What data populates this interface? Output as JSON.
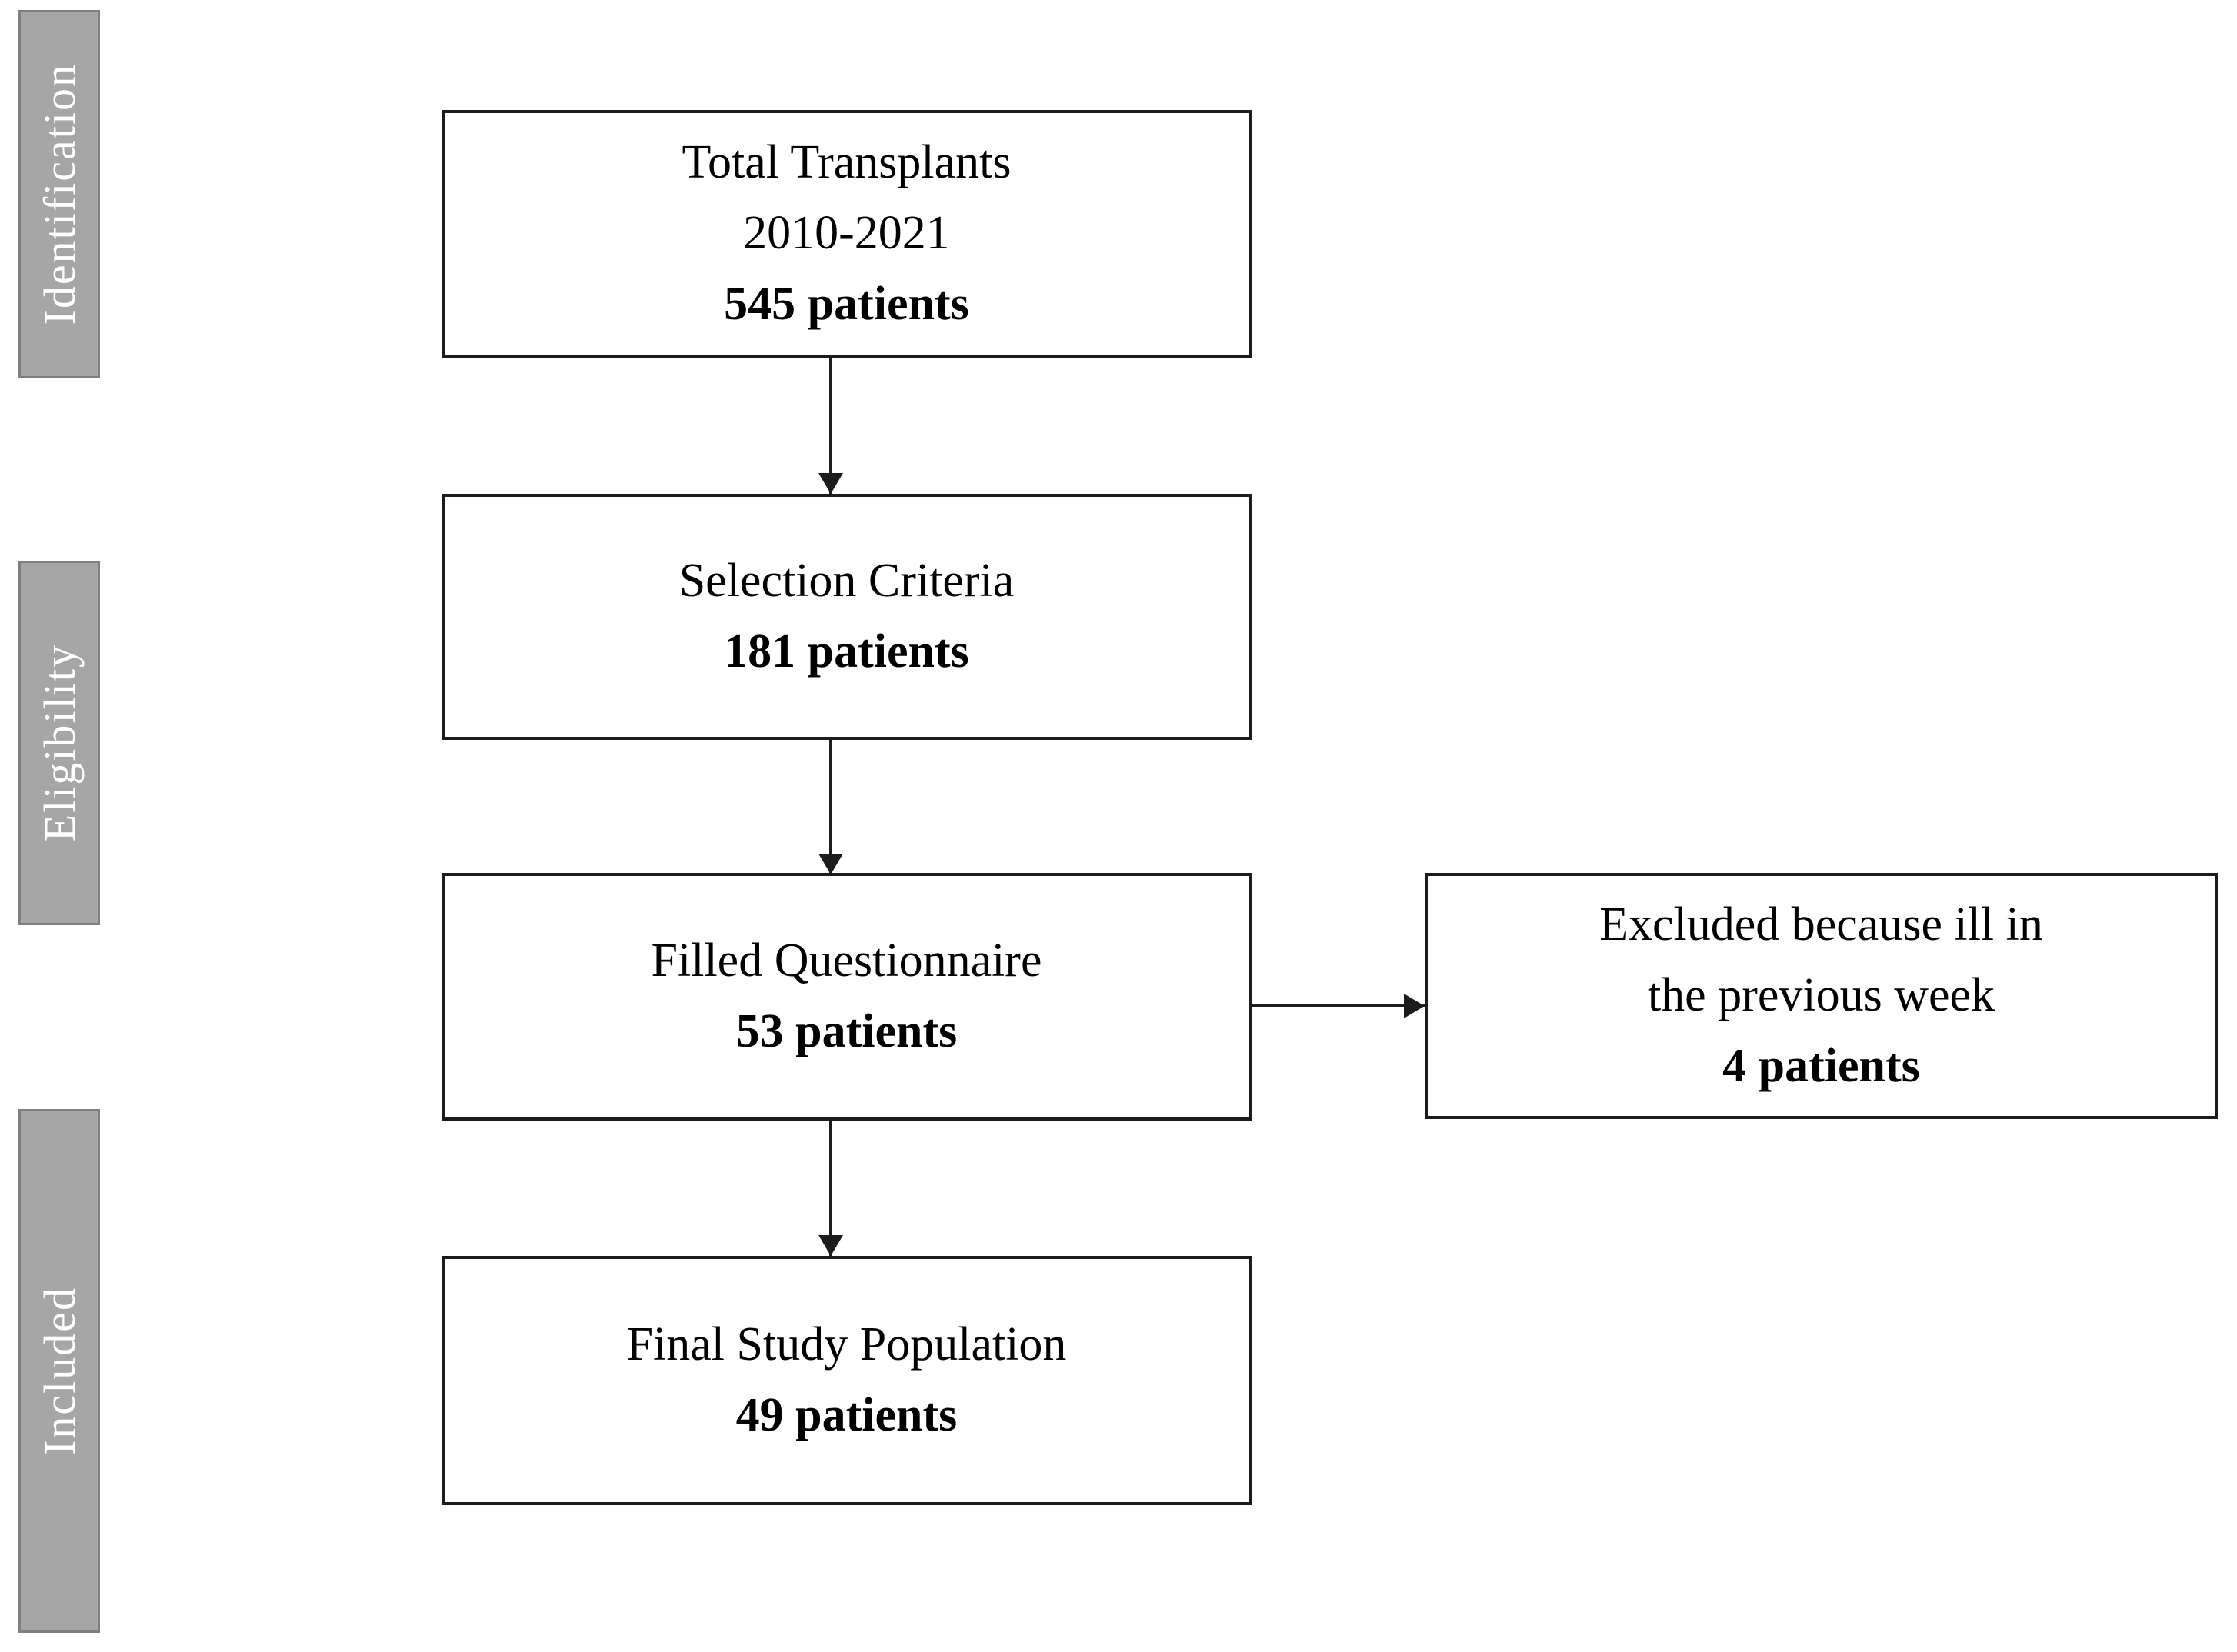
{
  "figure": {
    "type": "flow-diagram",
    "description": "Patient selection flow chart"
  },
  "stages": [
    {
      "id": "identification",
      "label": "Identification"
    },
    {
      "id": "eligibility",
      "label": "Eligibility"
    },
    {
      "id": "included",
      "label": "Included"
    }
  ],
  "boxes": [
    {
      "id": "total-transplants",
      "lines": [
        "Total Transplants",
        "2010-2021"
      ],
      "count": "545 patients"
    },
    {
      "id": "selection-criteria",
      "lines": [
        "Selection Criteria"
      ],
      "count": "181 patients"
    },
    {
      "id": "filled-questionnaire",
      "lines": [
        "Filled Questionnaire"
      ],
      "count": "53 patients"
    },
    {
      "id": "final-study-population",
      "lines": [
        "Final Study Population"
      ],
      "count": "49 patients"
    },
    {
      "id": "excluded",
      "lines": [
        "Excluded because ill in",
        "the previous week"
      ],
      "count": "4 patients"
    }
  ],
  "theme": {
    "background": "#ffffff",
    "box_fill": "#ffffff",
    "box_border": "#1c1c1c",
    "box_text": "#000000",
    "stage_fill": "#a6a6a6",
    "stage_border": "#7f7f7f",
    "stage_text": "#ffffff",
    "arrow_color": "#1c1c1c"
  }
}
